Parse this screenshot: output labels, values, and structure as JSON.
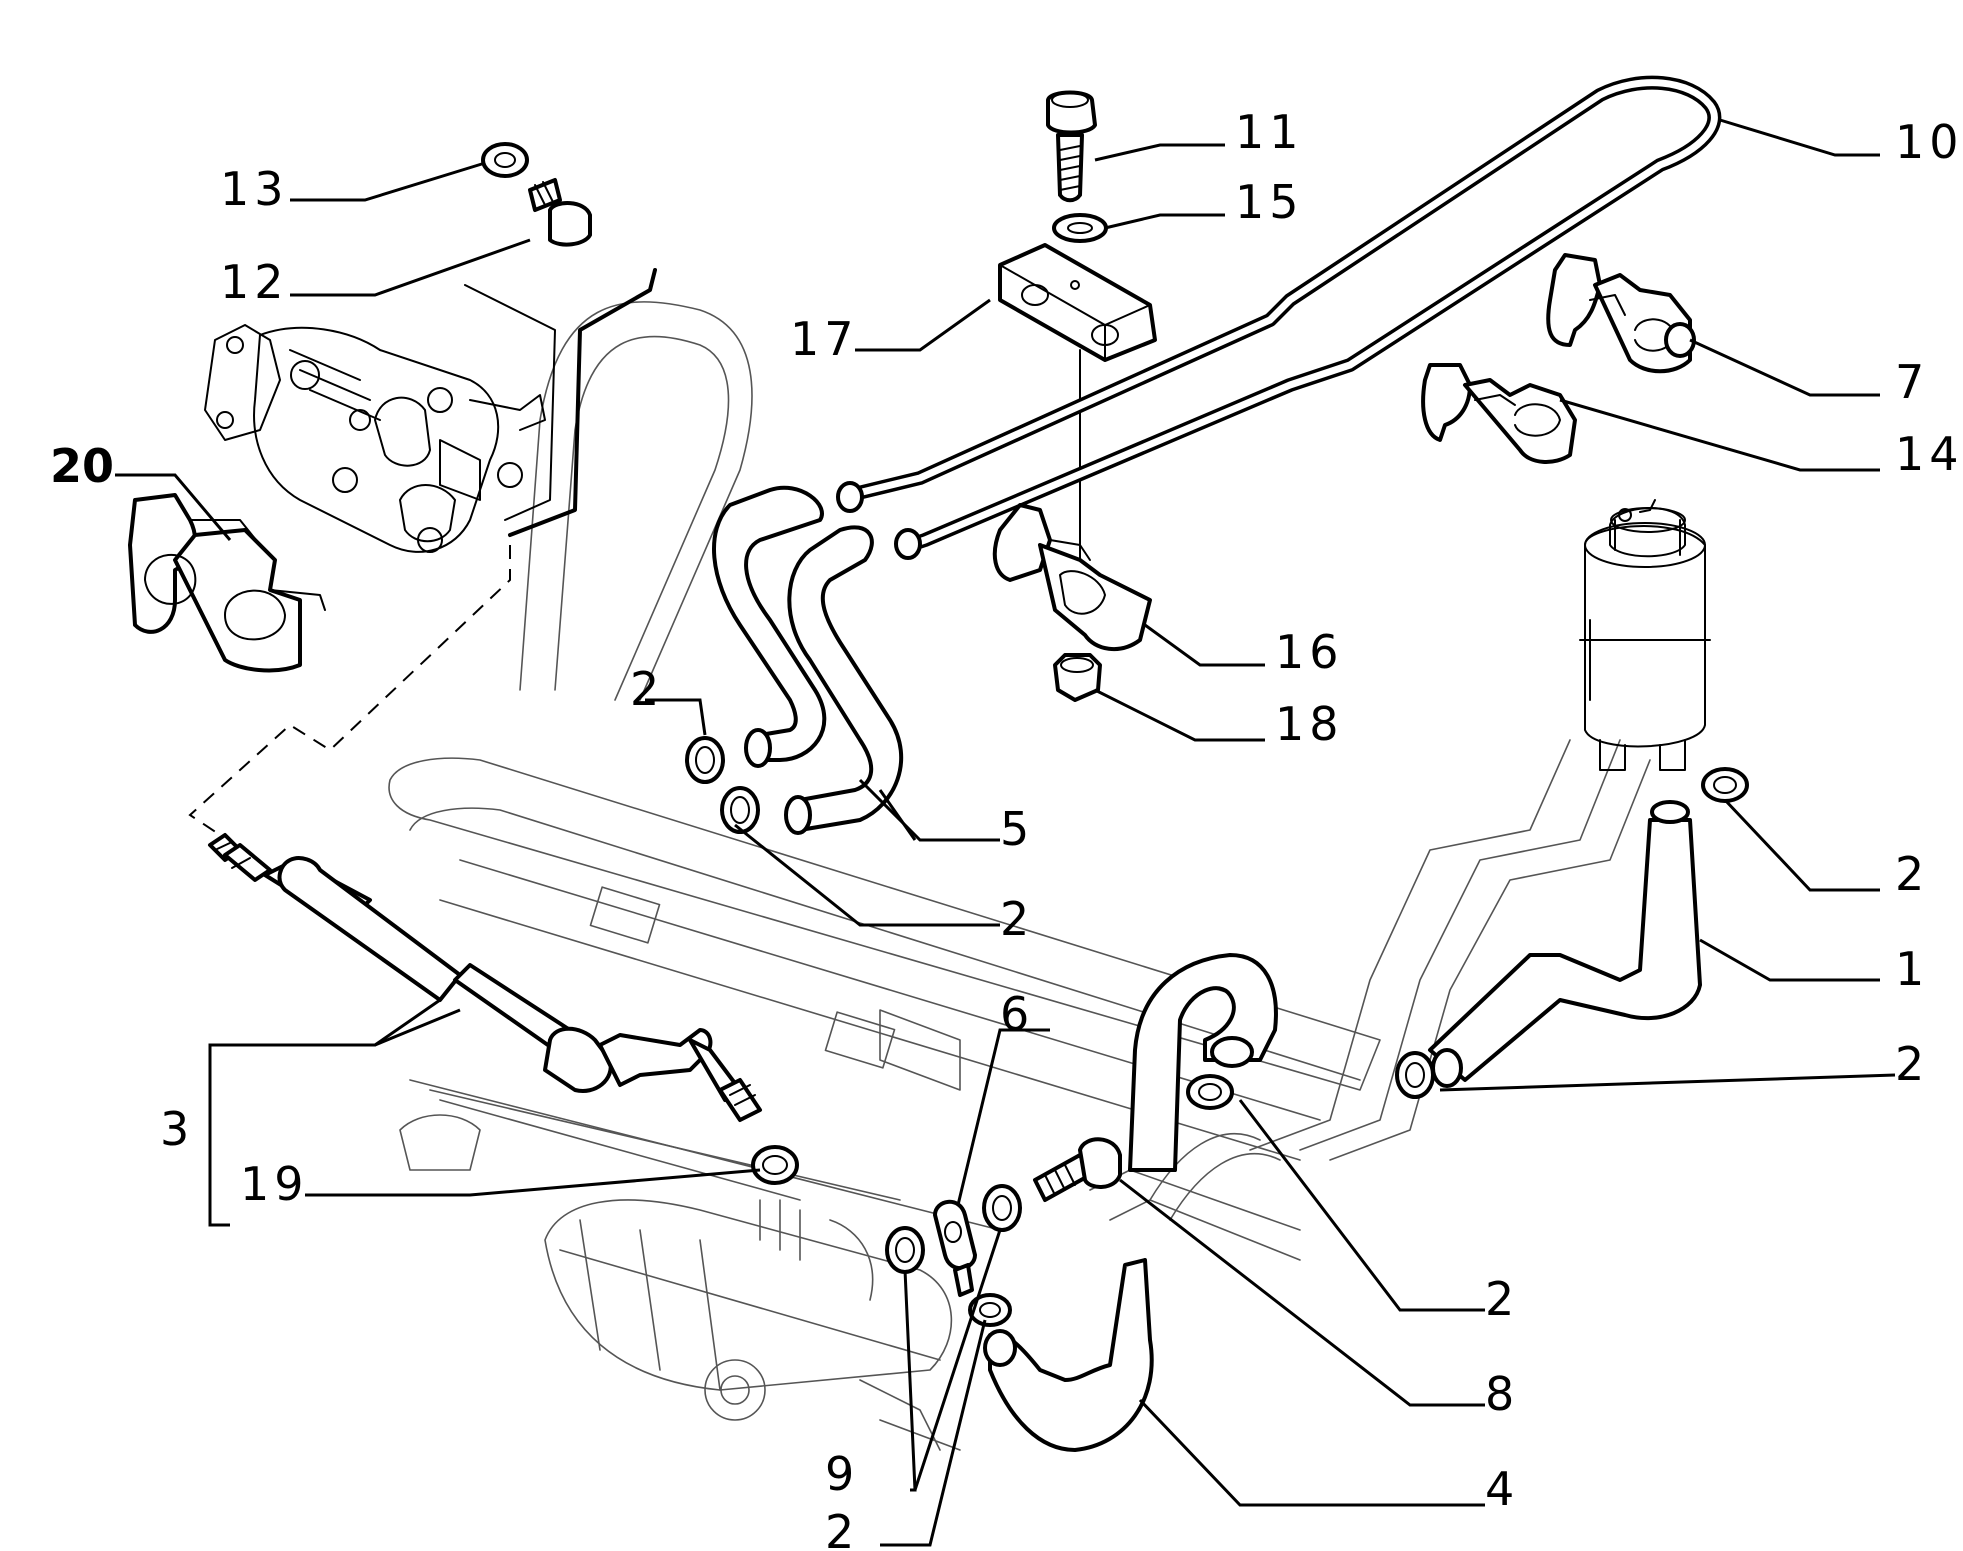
{
  "labels": {
    "l1": "1",
    "l2a": "2",
    "l2b": "2",
    "l2c": "2",
    "l2d": "2",
    "l2e": "2",
    "l2f": "2",
    "l3": "3",
    "l4": "4",
    "l5": "5",
    "l6": "6",
    "l7": "7",
    "l8": "8",
    "l9": "9",
    "l10": "10",
    "l11": "11",
    "l12": "12",
    "l13": "13",
    "l14": "14",
    "l15": "15",
    "l16": "16",
    "l17": "17",
    "l18": "18",
    "l19": "19",
    "l20": "20"
  }
}
